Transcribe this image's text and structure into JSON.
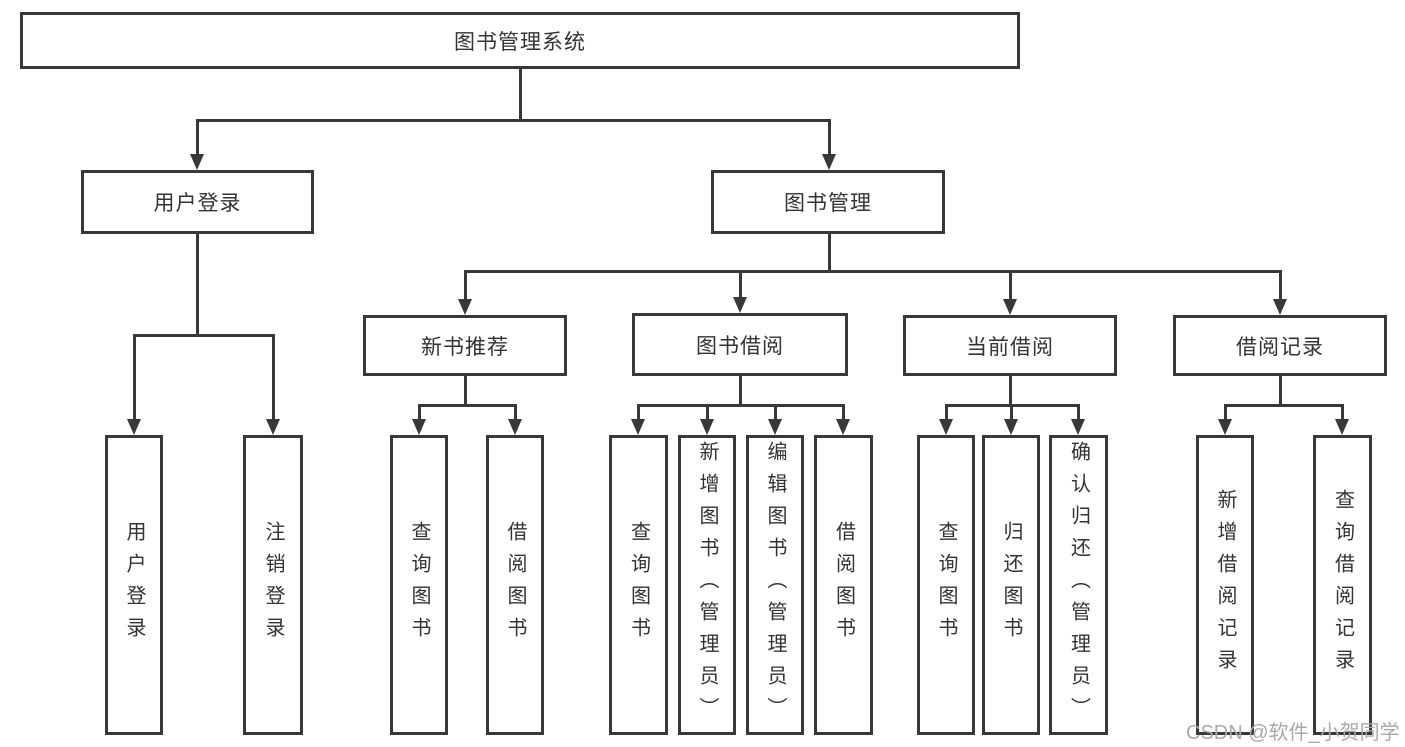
{
  "diagram": {
    "type": "tree",
    "root": {
      "label": "图书管理系统",
      "children": [
        {
          "label": "用户登录",
          "children": [
            {
              "label": "用户登录"
            },
            {
              "label": "注销登录"
            }
          ]
        },
        {
          "label": "图书管理",
          "children": [
            {
              "label": "新书推荐",
              "children": [
                {
                  "label": "查询图书"
                },
                {
                  "label": "借阅图书"
                }
              ]
            },
            {
              "label": "图书借阅",
              "children": [
                {
                  "label": "查询图书"
                },
                {
                  "label": "新增图书（管理员）"
                },
                {
                  "label": "编辑图书（管理员）"
                },
                {
                  "label": "借阅图书"
                }
              ]
            },
            {
              "label": "当前借阅",
              "children": [
                {
                  "label": "查询图书"
                },
                {
                  "label": "归还图书"
                },
                {
                  "label": "确认归还（管理员）"
                }
              ]
            },
            {
              "label": "借阅记录",
              "children": [
                {
                  "label": "新增借阅记录"
                },
                {
                  "label": "查询借阅记录"
                }
              ]
            }
          ]
        }
      ]
    }
  },
  "watermark": "CSDN @软件_小贺同学",
  "colors": {
    "line": "#383838",
    "text": "#333333",
    "watermark": "#a9a9a9",
    "background": "#ffffff"
  }
}
